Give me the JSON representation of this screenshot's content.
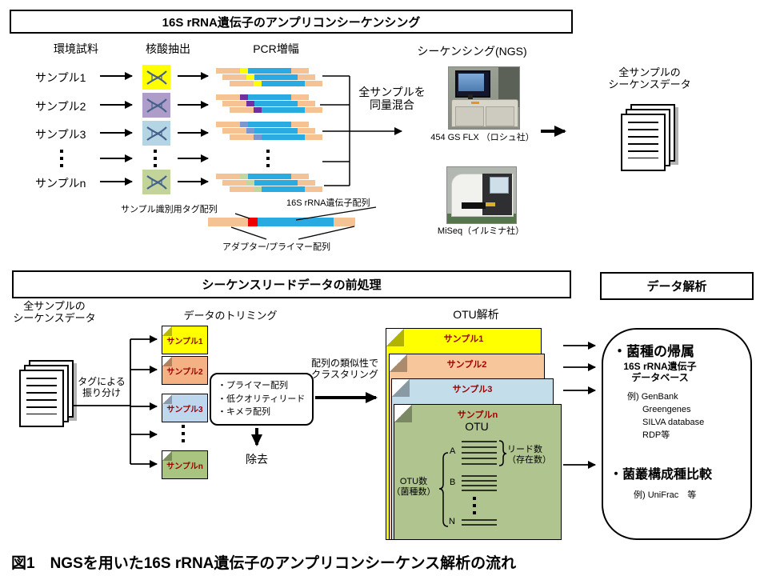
{
  "colors": {
    "adapter_segment": "#F5C393",
    "gene_segment": "#29ABE2",
    "tag_red": "#EE0000",
    "sample1": "#FFFF00",
    "sample2_tag": "#7030A0",
    "sample3_tag": "#7E96CE",
    "samplen_tag": "#C2D6A0",
    "note_sample2": "#F4B183",
    "note_sample3": "#BDD7EE",
    "note_samplen": "#A9C47E",
    "note_label_text": "#A00000"
  },
  "top_section": {
    "title": "16S rRNA遺伝子のアンプリコンシーケンシング",
    "column_headers": [
      "環境試料",
      "核酸抽出",
      "PCR増幅",
      "シーケンシング(NGS)"
    ],
    "samples": [
      {
        "label": "サンプル1"
      },
      {
        "label": "サンプル2"
      },
      {
        "label": "サンプル3"
      },
      {
        "label": "サンプルn"
      }
    ],
    "mix_label_lines": [
      "全サンプルを",
      "同量混合"
    ],
    "sequencers": [
      "454 GS FLX （ロシュ社）",
      "MiSeq（イルミナ社）"
    ],
    "output_label_lines": [
      "全サンプルの",
      "シーケンスデータ"
    ],
    "amplicon_structure": {
      "tag_label": "サンプル識別用タグ配列",
      "gene_label": "16S rRNA遺伝子配列",
      "adapter_label": "アダプター/プライマー配列"
    }
  },
  "preprocess_section": {
    "title": "シーケンスリードデータの前処理",
    "input_label_lines": [
      "全サンプルの",
      "シーケンスデータ"
    ],
    "demux_label_lines": [
      "タグによる",
      "振り分け"
    ],
    "trimming_label": "データのトリミング",
    "notes": [
      "サンプル1",
      "サンプル2",
      "サンプル3",
      "サンプルn"
    ],
    "trim_items": [
      "・プライマー配列",
      "・低クオリティリード",
      "・キメラ配列"
    ],
    "removal_label": "除去",
    "clustering_label_lines": [
      "配列の類似性で",
      "クラスタリング"
    ]
  },
  "otu_section": {
    "title": "OTU解析",
    "pages": [
      "サンプル1",
      "サンプル2",
      "サンプル3",
      "サンプルn"
    ],
    "heading": "OTU",
    "row_letters": [
      "A",
      "B",
      "N"
    ],
    "otu_count_lines": [
      "OTU数",
      "（菌種数）"
    ],
    "read_count_lines": [
      "リード数",
      "（存在数）"
    ]
  },
  "analysis_section": {
    "title": "データ解析",
    "assignment_title": "・菌種の帰属",
    "database_lines": [
      "16S rRNA遺伝子",
      "データベース"
    ],
    "database_examples": [
      "例) GenBank",
      "Greengenes",
      "SILVA database",
      "RDP等"
    ],
    "comparison_title": "・菌叢構成種比較",
    "comparison_example": "例) UniFrac　等"
  },
  "caption": "図1　NGSを用いた16S rRNA遺伝子のアンプリコンシーケンス解析の流れ"
}
